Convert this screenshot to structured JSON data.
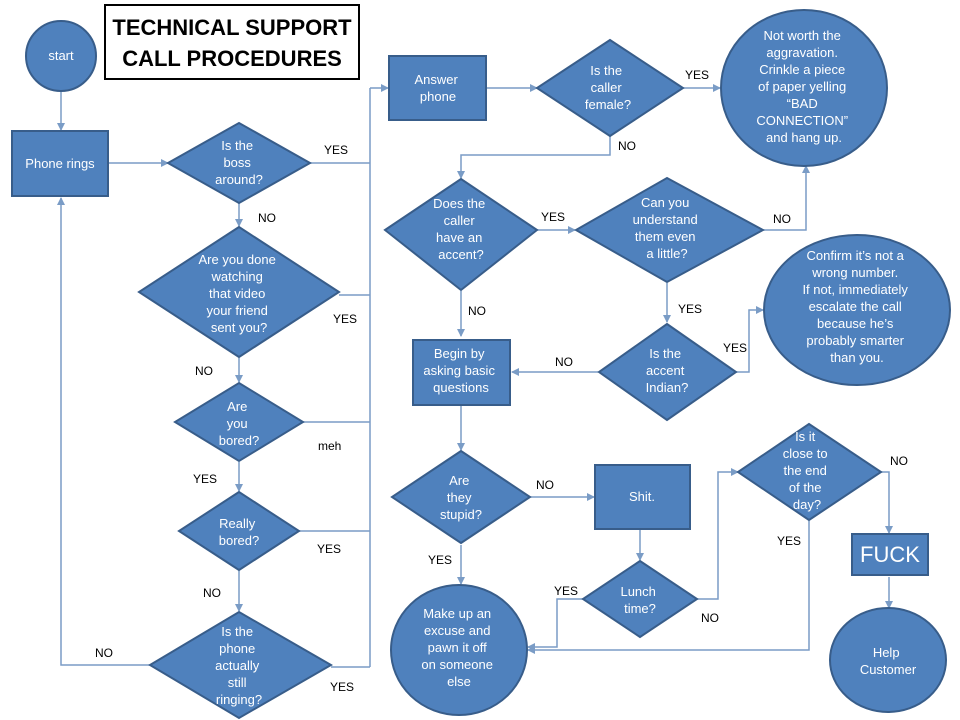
{
  "title": {
    "lines": [
      "TECHNICAL SUPPORT",
      "CALL PROCEDURES"
    ]
  },
  "nodes": {
    "start": [
      "start"
    ],
    "phone_rings": [
      "Phone rings"
    ],
    "boss_around": [
      "Is the",
      "boss",
      "around?"
    ],
    "watching_video": [
      "Are you done",
      "watching",
      "that video",
      "your friend",
      "sent you?"
    ],
    "you_bored": [
      "Are",
      "you",
      "bored?"
    ],
    "really_bored": [
      "Really",
      "bored?"
    ],
    "phone_ringing": [
      "Is the",
      "phone",
      "actually",
      "still",
      "ringing?"
    ],
    "answer_phone": [
      "Answer",
      "phone"
    ],
    "caller_female": [
      "Is the",
      "caller",
      "female?"
    ],
    "not_worth": [
      "Not worth the",
      "aggravation.",
      "Crinkle a piece",
      "of paper yelling",
      "“BAD",
      "CONNECTION”",
      "and hang up."
    ],
    "caller_accent": [
      "Does the",
      "caller",
      "have an",
      "accent?"
    ],
    "understand": [
      "Can you",
      "understand",
      "them even",
      "a little?"
    ],
    "confirm": [
      "Confirm it’s not a",
      "wrong number.",
      "If not, immediately",
      "escalate the call",
      "because he’s",
      "probably smarter",
      "than you."
    ],
    "basic_questions": [
      "Begin by",
      "asking basic",
      "questions"
    ],
    "accent_indian": [
      "Is the",
      "accent",
      "Indian?"
    ],
    "they_stupid": [
      "Are",
      "they",
      "stupid?"
    ],
    "shit": [
      "Shit."
    ],
    "end_of_day": [
      "Is it",
      "close to",
      "the end",
      "of the",
      "day?"
    ],
    "fuck": [
      "FUCK"
    ],
    "lunch_time": [
      "Lunch",
      "time?"
    ],
    "excuse": [
      "Make up an",
      "excuse and",
      "pawn it off",
      "on someone",
      "else"
    ],
    "help_customer": [
      "Help",
      "Customer"
    ]
  },
  "labels": {
    "boss_yes": "YES",
    "boss_no": "NO",
    "video_yes": "YES",
    "video_no": "NO",
    "bored_meh": "meh",
    "bored_yes": "YES",
    "really_yes": "YES",
    "really_no": "NO",
    "ringing_yes": "YES",
    "ringing_no": "NO",
    "female_yes": "YES",
    "female_no": "NO",
    "accent_yes": "YES",
    "accent_no": "NO",
    "understand_no": "NO",
    "understand_yes": "YES",
    "indian_yes": "YES",
    "indian_no": "NO",
    "stupid_no": "NO",
    "stupid_yes": "YES",
    "lunch_yes": "YES",
    "lunch_no": "NO",
    "endday_no": "NO",
    "endday_yes": "YES"
  },
  "colors": {
    "node_fill": "#4f81bd",
    "node_stroke": "#385d8a",
    "arrow": "#7a9cc6"
  }
}
